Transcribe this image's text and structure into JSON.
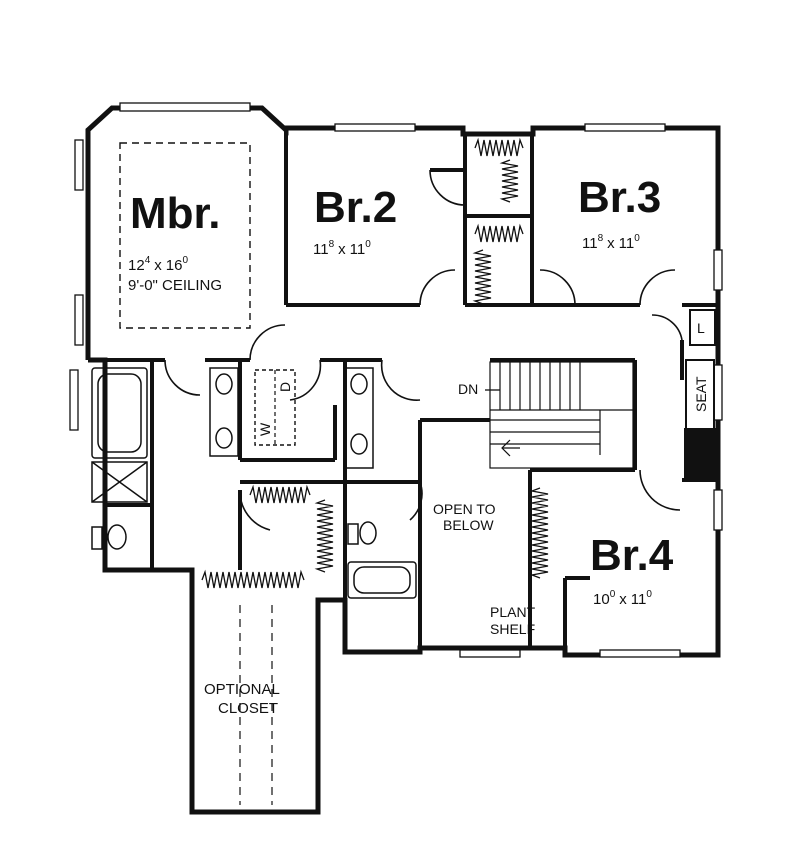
{
  "rooms": {
    "mbr": {
      "name": "Mbr.",
      "w_ft": "12",
      "w_in": "4",
      "d_ft": "16",
      "d_in": "0",
      "note": "9'-0\" CEILING"
    },
    "br2": {
      "name": "Br.2",
      "w_ft": "11",
      "w_in": "8",
      "d_ft": "11",
      "d_in": "0"
    },
    "br3": {
      "name": "Br.3",
      "w_ft": "11",
      "w_in": "8",
      "d_ft": "11",
      "d_in": "0"
    },
    "br4": {
      "name": "Br.4",
      "w_ft": "10",
      "w_in": "0",
      "d_ft": "11",
      "d_in": "0"
    }
  },
  "labels": {
    "dn": "DN",
    "seat": "SEAT",
    "linen": "L",
    "washer": "W",
    "dryer": "D",
    "open_to_below_1": "OPEN TO",
    "open_to_below_2": "BELOW",
    "plant_shelf_1": "PLANT",
    "plant_shelf_2": "SHELF",
    "optional_closet_1": "OPTIONAL",
    "optional_closet_2": "CLOSET",
    "times": "x"
  },
  "colors": {
    "wall": "#111111",
    "background": "#ffffff"
  }
}
